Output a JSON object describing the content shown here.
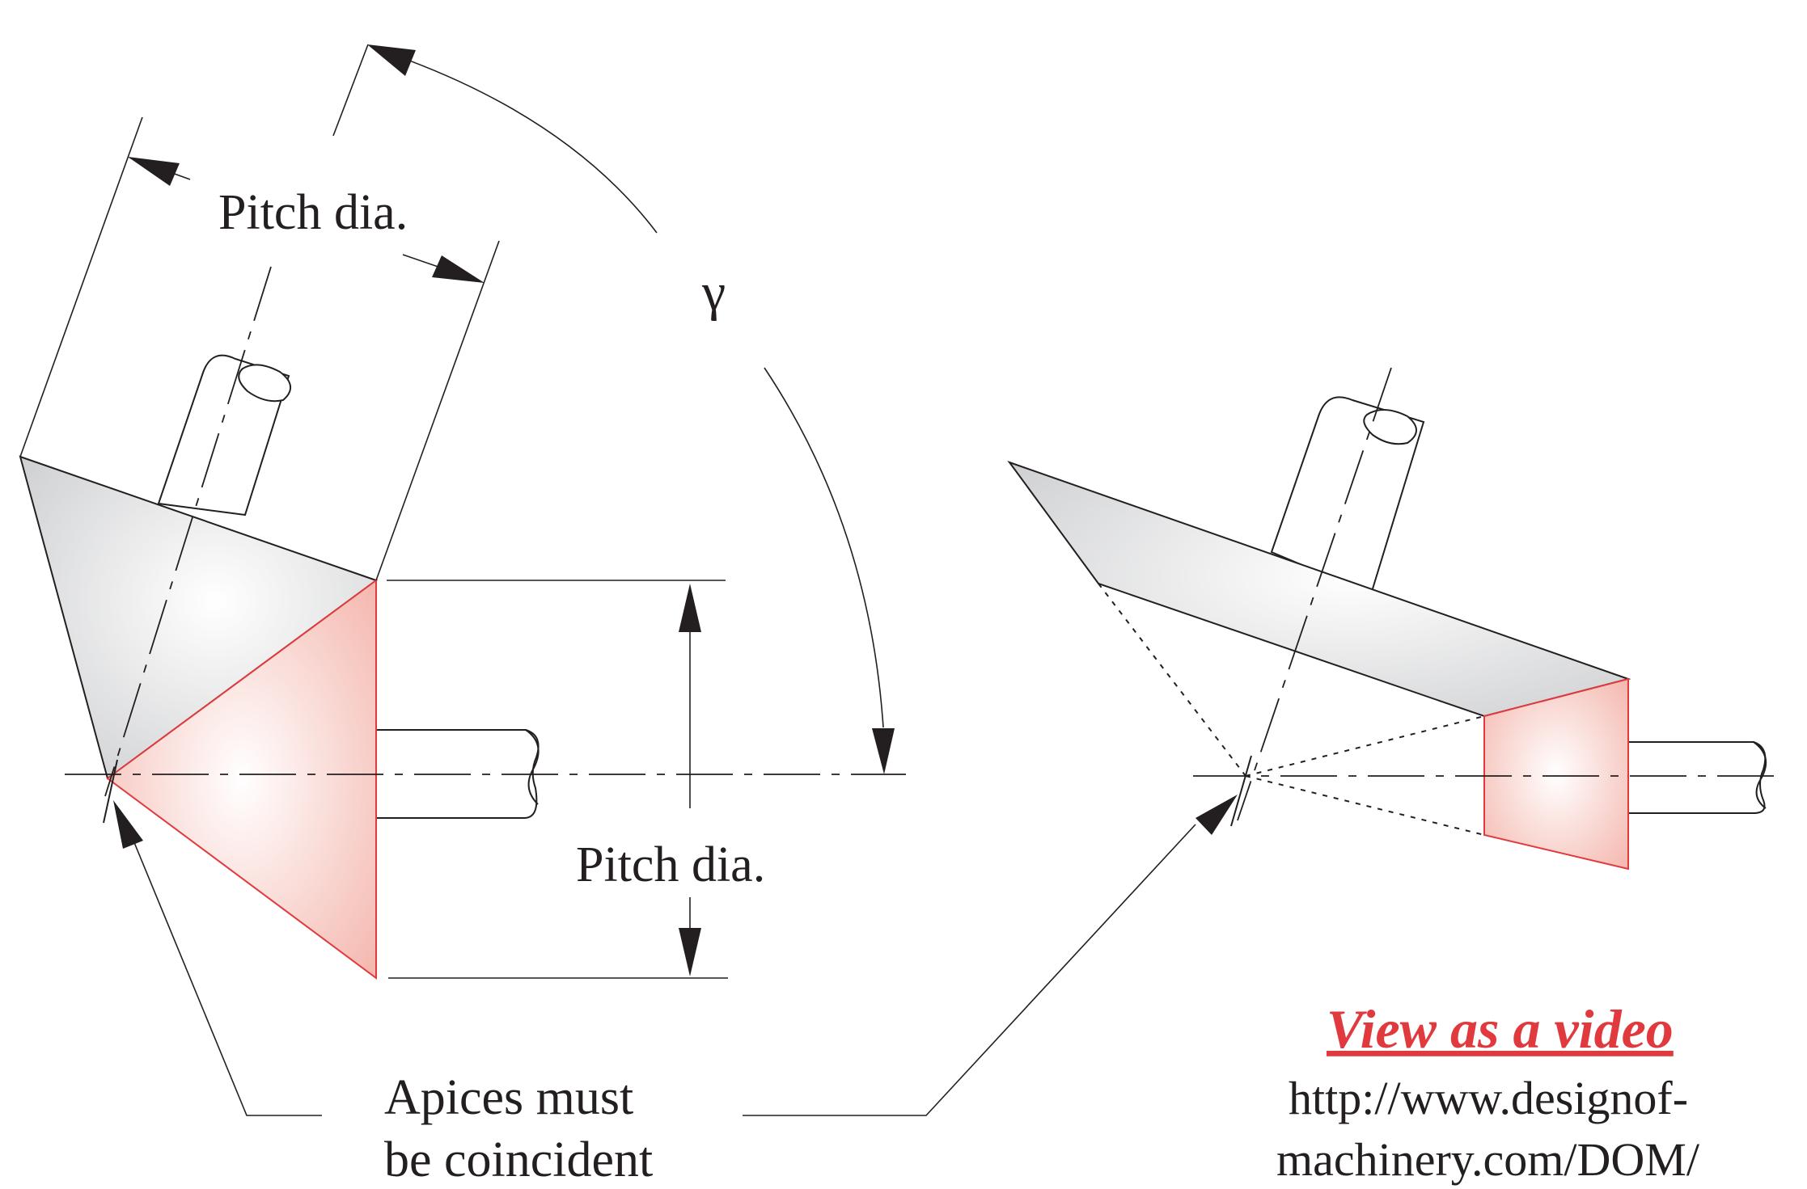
{
  "labels": {
    "pitch_dia_top": "Pitch dia.",
    "pitch_dia_bottom": "Pitch dia.",
    "gamma": "γ",
    "apices_line1": "Apices must",
    "apices_line2": "be coincident",
    "video_link": "View as a video",
    "url_line1": "http://www.designof-",
    "url_line2": "machinery.com/DOM/"
  },
  "colors": {
    "pinion_cone": "#e03a3e",
    "pinion_fill": "#f6c9c4",
    "gear_fill": "#d4d5d7",
    "link": "#e03a3e",
    "line": "#231f20"
  }
}
